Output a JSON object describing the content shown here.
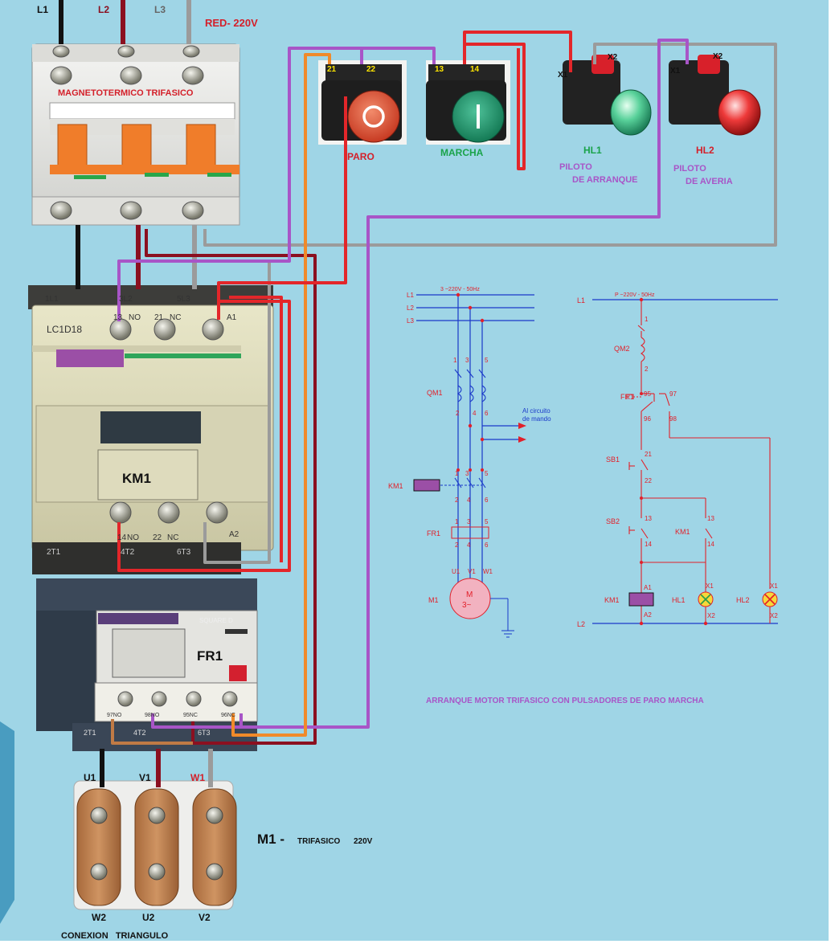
{
  "colors": {
    "background": "#9fd5e6",
    "red_label": "#d4202a",
    "green_label": "#1aa34a",
    "purple_label": "#a855c7",
    "schematic_red": "#e2202a",
    "schematic_blue": "#1a39c9"
  },
  "header": {
    "lines": [
      "L1",
      "L2",
      "L3"
    ],
    "supply": "RED- 220V"
  },
  "breaker": {
    "label": "MAGNETOTERMICO TRIFASICO"
  },
  "buttons": {
    "stop": {
      "label": "PARO",
      "t1": "21",
      "t2": "22",
      "symbol": "O"
    },
    "start": {
      "label": "MARCHA",
      "t1": "13",
      "t2": "14",
      "symbol": "I"
    }
  },
  "pilots": {
    "hl1": {
      "name": "HL1",
      "desc1": "PILOTO",
      "desc2": "DE ARRANQUE",
      "x1": "X1",
      "x2": "X2"
    },
    "hl2": {
      "name": "HL2",
      "desc1": "PILOTO",
      "desc2": "DE AVERIA",
      "x1": "X1",
      "x2": "X2"
    }
  },
  "contactor": {
    "model": "LC1D18",
    "name": "KM1",
    "top_terminals": [
      "1L1",
      "3L2",
      "5L3"
    ],
    "top_aux": [
      "13",
      "NO",
      "21",
      "NC",
      "A1"
    ],
    "bot_aux": [
      "14",
      "NO",
      "22",
      "NC",
      "A2"
    ],
    "bot_terminals": [
      "2T1",
      "4T2",
      "6T3"
    ]
  },
  "relay": {
    "name": "FR1",
    "brand": "SQUARE D",
    "terminals": [
      "97NO",
      "98NO",
      "95NC",
      "96NC"
    ],
    "out_terminals": [
      "2T1",
      "4T2",
      "6T3"
    ]
  },
  "motor": {
    "title": "M1 -",
    "subtitle": "TRIFASICO",
    "voltage": "220V",
    "top": [
      "U1",
      "V1",
      "W1"
    ],
    "bottom": [
      "W2",
      "U2",
      "V2"
    ],
    "connection": "CONEXION   TRIANGULO"
  },
  "power_schematic": {
    "lines": [
      "L1",
      "L2",
      "L3"
    ],
    "supply": "3 ~220V - 50Hz",
    "qm": "QM1",
    "km": "KM1",
    "fr": "FR1",
    "motor": "M1",
    "motor_sym1": "M",
    "motor_sym2": "3~",
    "t_in": [
      "1",
      "3",
      "5"
    ],
    "t_out": [
      "2",
      "4",
      "6"
    ],
    "u": [
      "U1",
      "V1",
      "W1"
    ],
    "to_control1": "Al circuito",
    "to_control2": "de mando"
  },
  "control_schematic": {
    "l1": "L1",
    "l2": "L2",
    "supply": "P ~220V - 50Hz",
    "qm": "QM2",
    "fr": "FR1",
    "sb1": "SB1",
    "sb2": "SB2",
    "km_aux": "KM1",
    "km_coil": "KM1",
    "hl1": "HL1",
    "hl2": "HL2",
    "n1": "1",
    "n2": "2",
    "n95": "95",
    "n96": "96",
    "n97": "97",
    "n98": "98",
    "n21": "21",
    "n22": "22",
    "n13a": "13",
    "n14a": "14",
    "n13b": "13",
    "n14b": "14",
    "a1": "A1",
    "a2": "A2",
    "x1": "X1",
    "x2": "X2"
  },
  "caption": "ARRANQUE MOTOR TRIFASICO CON PULSADORES DE PARO MARCHA"
}
